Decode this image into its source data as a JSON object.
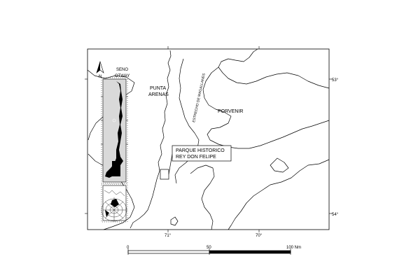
{
  "map": {
    "places": {
      "punta_arenas_line1": "PUNTA",
      "punta_arenas_line2": "ARENAS",
      "porvenir": "PORVENIR",
      "seno_otway_line1": "SENO",
      "seno_otway_line2": "OTWAY",
      "estrecho": "ESTRECHO DE MAGALLANES"
    },
    "callout": {
      "line1": "PARQUE HISTORICO",
      "line2": "REY   DON   FELIPE"
    },
    "graticule": {
      "lat_top": "53°",
      "lat_bottom": "54°",
      "lon_left": "71°",
      "lon_right": "70°"
    },
    "north_arrow": {
      "label": "N",
      "icon": "north-arrow-icon"
    },
    "scale_bar": {
      "tick_0": "0",
      "tick_50": "50",
      "tick_100": "100 Nm",
      "segments": [
        "white",
        "black"
      ]
    },
    "colors": {
      "ink": "#000000",
      "paper": "#ffffff",
      "inset_fill": "#d9d9d9"
    }
  }
}
